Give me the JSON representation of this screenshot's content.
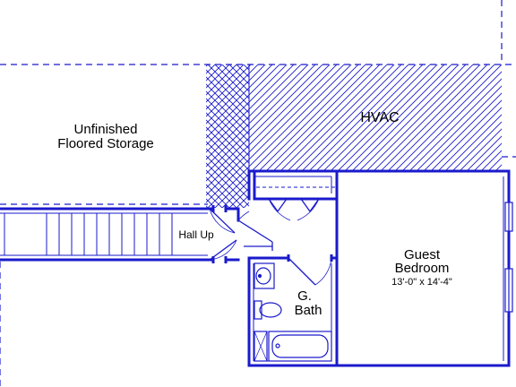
{
  "rooms": {
    "storage": {
      "line1": "Unfinished",
      "line2": "Floored Storage"
    },
    "hvac": {
      "label": "HVAC"
    },
    "hall": {
      "label": "Hall Up"
    },
    "bedroom": {
      "line1": "Guest",
      "line2": "Bedroom",
      "dims": "13'-0\" x 14'-4\""
    },
    "bath": {
      "line1": "G.",
      "line2": "Bath"
    }
  },
  "colors": {
    "wall": "#1a1acc",
    "text": "#000000",
    "background": "#ffffff"
  }
}
